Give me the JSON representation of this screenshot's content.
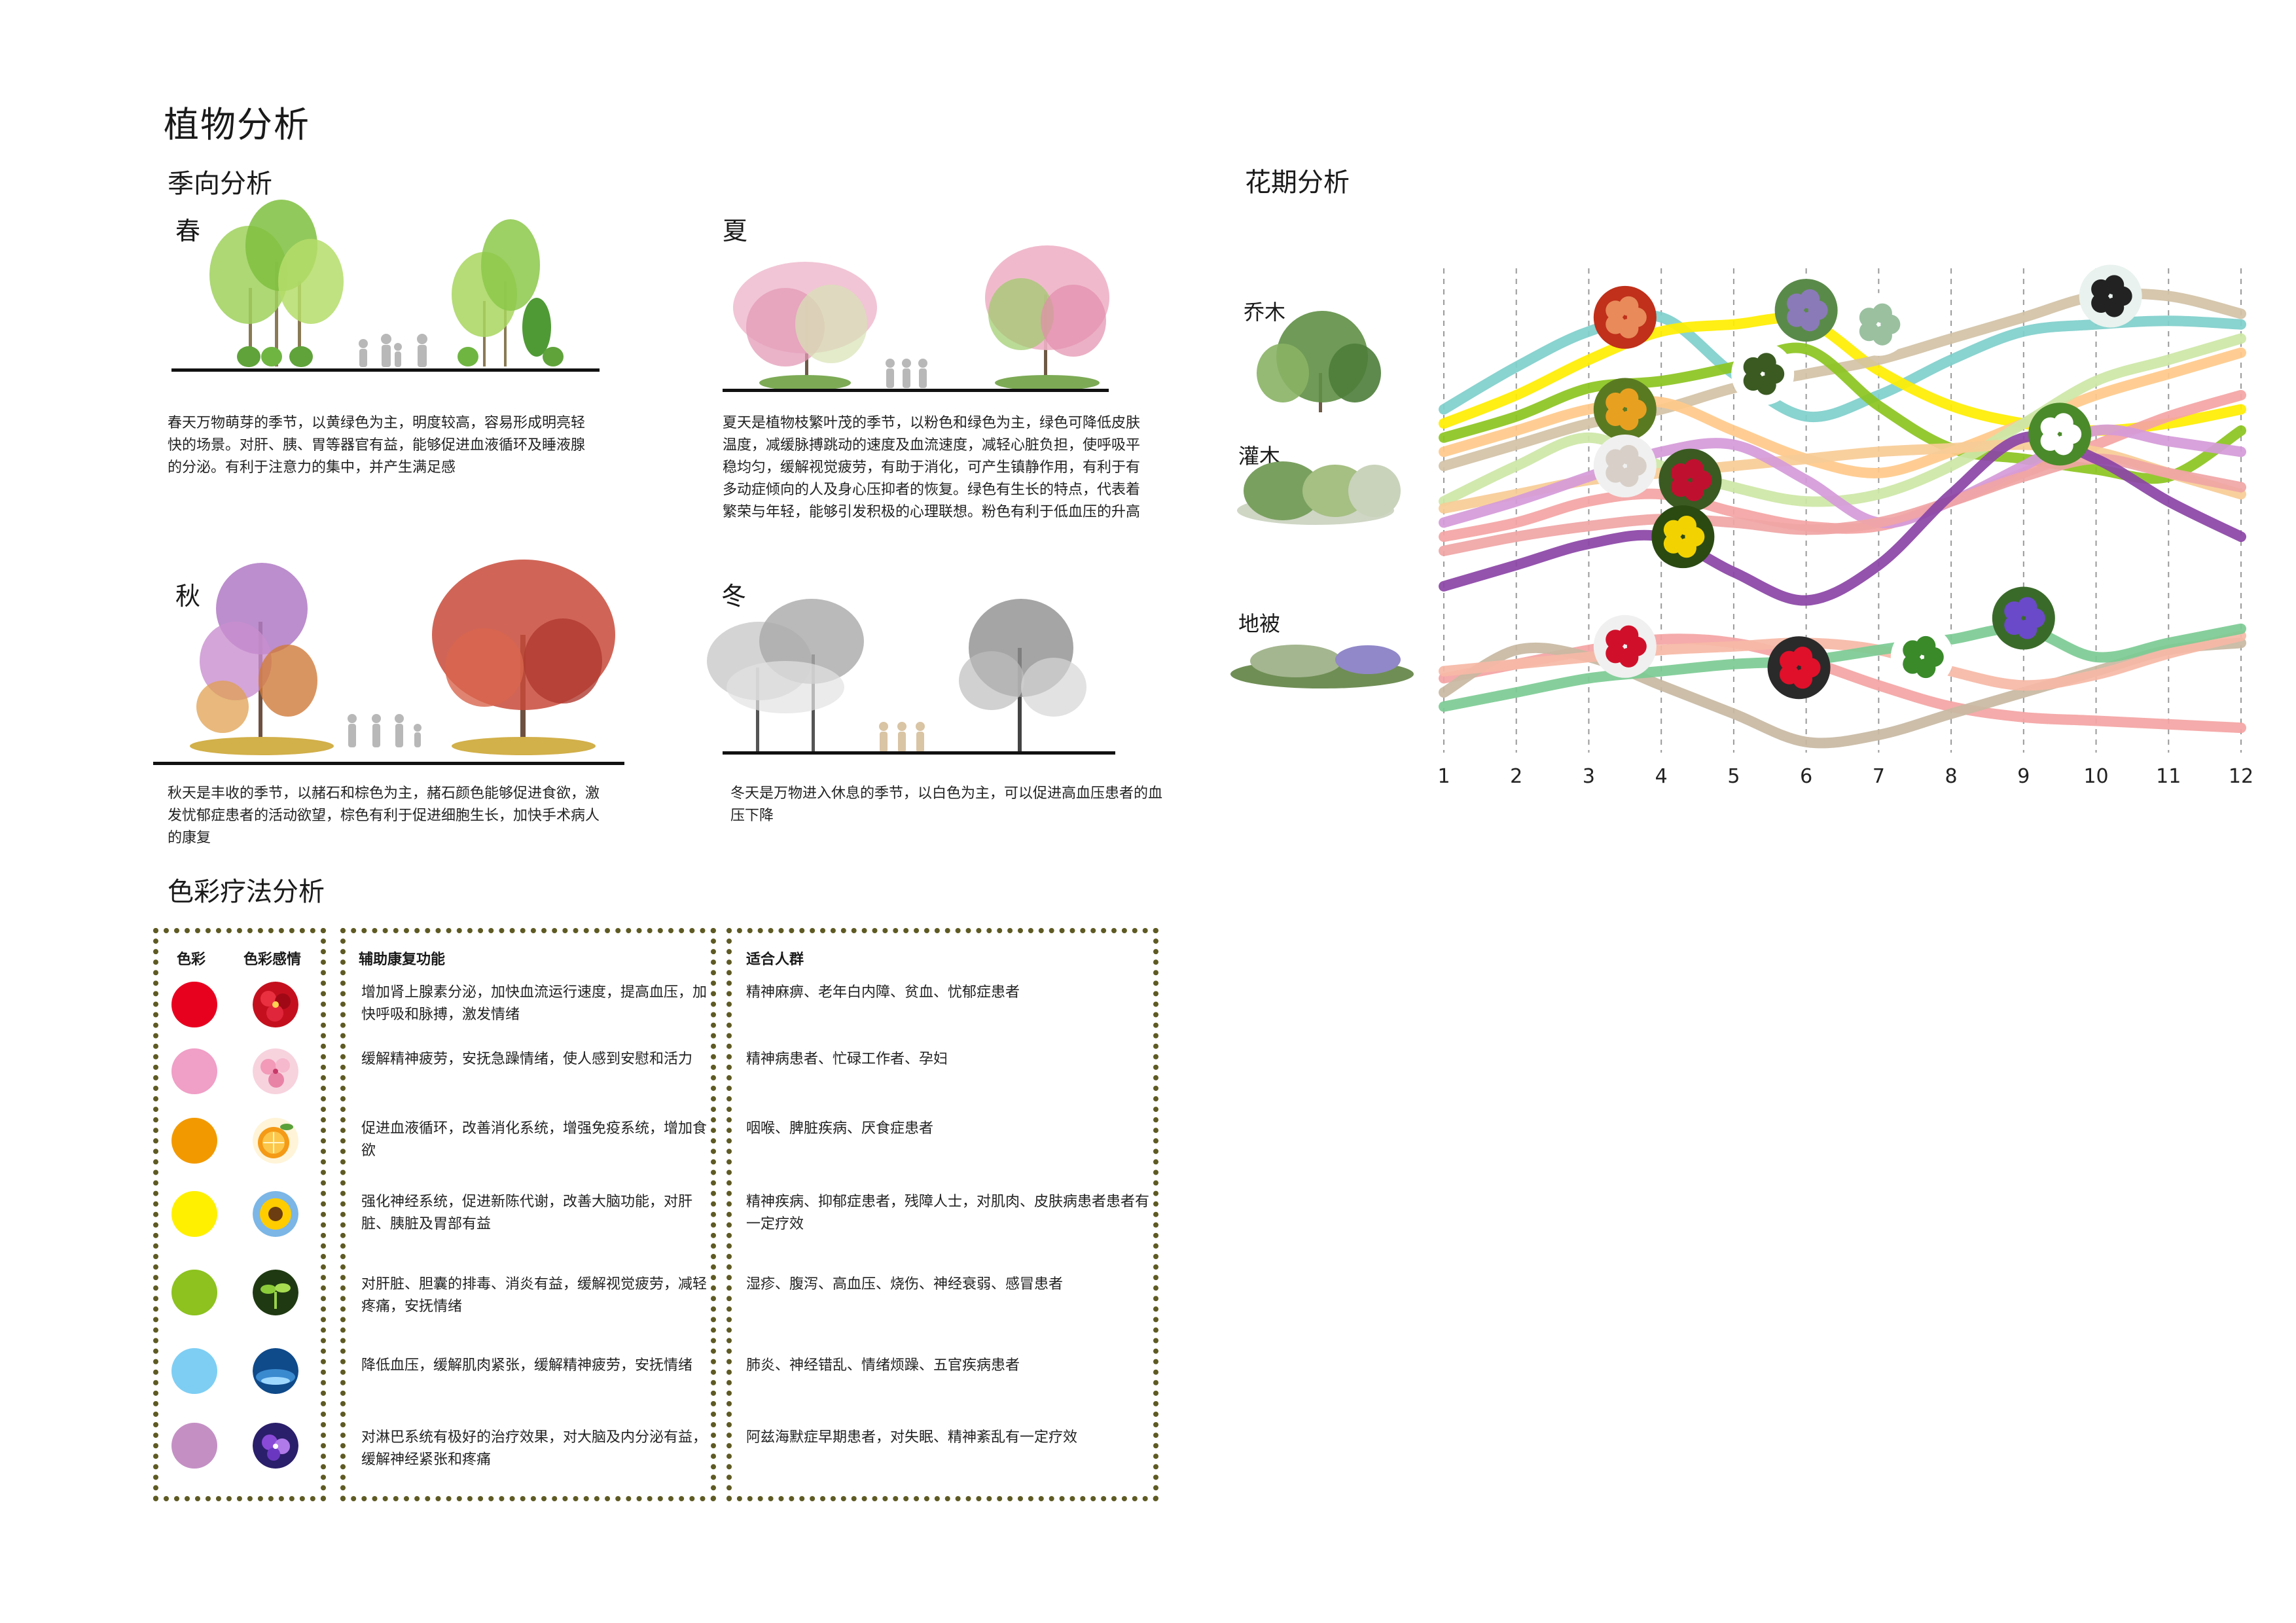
{
  "title": "植物分析",
  "seasonal": {
    "heading": "季向分析",
    "spring": {
      "label": "春",
      "text": "春天万物萌芽的季节，以黄绿色为主，明度较高，容易形成明亮轻快的场景。对肝、胰、胃等器官有益，能够促进血液循环及睡液腺的分泌。有利于注意力的集中，并产生满足感"
    },
    "summer": {
      "label": "夏",
      "text": "夏天是植物枝繁叶茂的季节，以粉色和绿色为主，绿色可降低皮肤温度，减缓脉搏跳动的速度及血流速度，减轻心脏负担，使呼吸平稳均匀，缓解视觉疲劳，有助于消化，可产生镇静作用，有利于有多动症倾向的人及身心压抑者的恢复。绿色有生长的特点，代表着繁荣与年轻，能够引发积极的心理联想。粉色有利于低血压的升高"
    },
    "autumn": {
      "label": "秋",
      "text": "秋天是丰收的季节，以赭石和棕色为主，赭石颜色能够促进食欲，激发忧郁症患者的活动欲望，棕色有利于促进细胞生长，加快手术病人的康复"
    },
    "winter": {
      "label": "冬",
      "text": "冬天是万物进入休息的季节，以白色为主，可以促进高血压患者的血压下降"
    }
  },
  "flowering": {
    "heading": "花期分析",
    "rows": [
      "乔木",
      "灌木",
      "地被"
    ]
  },
  "chart_data": {
    "type": "line",
    "x": [
      1,
      2,
      3,
      4,
      5,
      6,
      7,
      8,
      9,
      10,
      11,
      12
    ],
    "categories": [
      "1",
      "2",
      "3",
      "4",
      "5",
      "6",
      "7",
      "8",
      "9",
      "10",
      "11",
      "12"
    ],
    "groups": [
      {
        "name": "乔木",
        "series": [
          {
            "color": "#7fcfcc",
            "values": [
              6.2,
              7.4,
              8.4,
              8.8,
              7.2,
              6.0,
              6.6,
              7.6,
              8.4,
              8.6,
              8.7,
              8.6
            ]
          },
          {
            "color": "#ffee00",
            "values": [
              5.8,
              6.6,
              7.6,
              8.4,
              8.6,
              8.7,
              7.3,
              6.3,
              5.8,
              5.6,
              5.8,
              6.2
            ]
          },
          {
            "color": "#d2c2a6",
            "values": [
              4.6,
              5.2,
              5.8,
              6.2,
              6.8,
              7.2,
              7.6,
              8.2,
              8.8,
              9.4,
              9.4,
              8.9
            ]
          },
          {
            "color": "#8cc420",
            "values": [
              5.4,
              6.0,
              6.8,
              7.0,
              7.4,
              7.9,
              6.3,
              5.1,
              4.8,
              4.5,
              4.3,
              5.6
            ]
          },
          {
            "color": "#ffc98a",
            "values": [
              5.0,
              5.6,
              6.2,
              6.4,
              5.6,
              4.8,
              4.4,
              5.0,
              5.8,
              6.6,
              7.2,
              7.8
            ]
          },
          {
            "color": "#cde7a6",
            "values": [
              3.6,
              4.6,
              5.4,
              4.6,
              4.0,
              3.6,
              3.8,
              4.6,
              5.8,
              7.0,
              7.6,
              8.2
            ]
          }
        ]
      },
      {
        "name": "灌木",
        "series": [
          {
            "color": "#f4a4a4",
            "values": [
              2.6,
              3.0,
              3.6,
              3.8,
              3.3,
              2.9,
              2.9,
              3.6,
              4.4,
              5.2,
              6.0,
              6.6
            ]
          },
          {
            "color": "#f7cc96",
            "values": [
              3.4,
              3.8,
              4.2,
              4.4,
              4.6,
              4.8,
              5.0,
              5.1,
              5.2,
              5.0,
              4.4,
              3.8
            ]
          },
          {
            "color": "#d59ad9",
            "values": [
              3.0,
              3.6,
              4.3,
              5.0,
              5.2,
              4.2,
              3.0,
              3.6,
              4.6,
              5.6,
              5.3,
              5.0
            ]
          },
          {
            "color": "#f0a5a5",
            "values": [
              2.2,
              2.6,
              2.9,
              3.1,
              3.0,
              2.8,
              3.0,
              3.6,
              4.3,
              4.8,
              4.4,
              4.0
            ]
          },
          {
            "color": "#8b44a6",
            "values": [
              1.2,
              1.8,
              2.4,
              2.6,
              1.6,
              0.8,
              1.8,
              3.8,
              5.4,
              4.8,
              3.6,
              2.6
            ]
          }
        ]
      },
      {
        "name": "地被",
        "series": [
          {
            "color": "#f4a4a4",
            "values": [
              -1.4,
              -1.0,
              -0.6,
              -0.3,
              -0.4,
              -0.9,
              -1.6,
              -2.2,
              -2.5,
              -2.6,
              -2.7,
              -2.8
            ]
          },
          {
            "color": "#c8b8a2",
            "values": [
              -1.8,
              -0.6,
              -0.8,
              -1.6,
              -2.4,
              -3.2,
              -3.0,
              -2.4,
              -1.8,
              -1.2,
              -0.6,
              -0.4
            ]
          },
          {
            "color": "#f6b9a6",
            "values": [
              -1.2,
              -1.0,
              -0.8,
              -0.6,
              -0.5,
              -0.4,
              -0.6,
              -1.2,
              -1.6,
              -1.3,
              -0.7,
              -0.2
            ]
          },
          {
            "color": "#7ccb94",
            "values": [
              -2.2,
              -1.8,
              -1.4,
              -1.2,
              -1.0,
              -0.9,
              -0.6,
              -0.3,
              0.0,
              -0.8,
              -0.4,
              0.0
            ]
          }
        ]
      }
    ]
  },
  "therapy": {
    "heading": "色彩疗法分析",
    "headers": {
      "color": "色彩",
      "emotion": "色彩感情",
      "function": "辅助康复功能",
      "group": "适合人群"
    },
    "rows": [
      {
        "swatch": "#e8001f",
        "icon": "red-flower-icon",
        "function": "增加肾上腺素分泌，加快血流运行速度，提高血压，加快呼吸和脉搏，激发情绪",
        "group": "精神麻痹、老年白内障、贫血、忧郁症患者"
      },
      {
        "swatch": "#f09fc6",
        "icon": "pink-flower-icon",
        "function": "缓解精神疲劳，安抚急躁情绪，使人感到安慰和活力",
        "group": "精神病患者、忙碌工作者、孕妇"
      },
      {
        "swatch": "#f29900",
        "icon": "orange-fruit-icon",
        "function": "促进血液循环，改善消化系统，增强免疫系统，增加食欲",
        "group": "咽喉、脾脏疾病、厌食症患者"
      },
      {
        "swatch": "#fff000",
        "icon": "sunflower-icon",
        "function": "强化神经系统，促进新陈代谢，改善大脑功能，对肝脏、胰脏及胃部有益",
        "group": "精神疾病、抑郁症患者，残障人士，对肌肉、皮肤病患者患者有一定疗效"
      },
      {
        "swatch": "#8dc21f",
        "icon": "sprout-icon",
        "function": "对肝脏、胆囊的排毒、消炎有益，缓解视觉疲劳，减轻疼痛，安抚情绪",
        "group": "湿疹、腹泻、高血压、烧伤、神经衰弱、感冒患者"
      },
      {
        "swatch": "#7ecef4",
        "icon": "water-icon",
        "function": "降低血压，缓解肌肉紧张，缓解精神疲劳，安抚情绪",
        "group": "肺炎、神经错乱、情绪烦躁、五官疾病患者"
      },
      {
        "swatch": "#c490c4",
        "icon": "purple-flower-icon",
        "function": "对淋巴系统有极好的治疗效果，对大脑及内分泌有益，缓解神经紧张和疼痛",
        "group": "阿兹海默症早期患者，对失眠、精神紊乱有一定疗效"
      }
    ]
  }
}
